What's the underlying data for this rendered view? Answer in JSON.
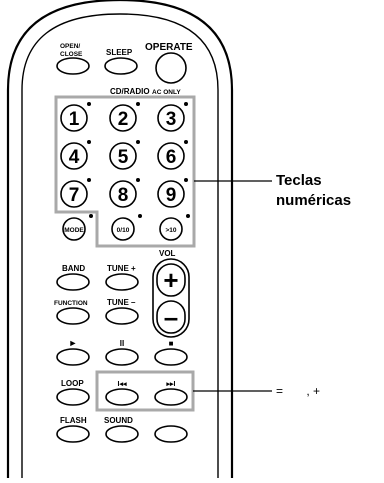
{
  "remote": {
    "top_buttons": {
      "open_close": "OPEN/\nCLOSE",
      "sleep": "SLEEP",
      "operate": "OPERATE"
    },
    "cd_radio_label": "CD/RADIO",
    "ac_only_label": "AC ONLY",
    "numeric_keys": [
      "1",
      "2",
      "3",
      "4",
      "5",
      "6",
      "7",
      "8",
      "9"
    ],
    "mode_label": "MODE",
    "key_0_10": "0/10",
    "key_gt10": ">10",
    "band_label": "BAND",
    "tune_plus_label": "TUNE +",
    "function_label": "FUNCTION",
    "tune_minus_label": "TUNE –",
    "vol_label": "VOL",
    "vol_plus": "+",
    "vol_minus": "–",
    "play_symbol": "►",
    "pause_symbol": "II",
    "stop_symbol": "■",
    "loop_label": "LOOP",
    "prev_symbol": "I◂◂",
    "next_symbol": "▸▸I",
    "flash_label": "FLASH",
    "sound_label": "SOUND"
  },
  "callouts": {
    "numeric": [
      "Teclas",
      "numéricas"
    ],
    "skip": "=       , +"
  }
}
